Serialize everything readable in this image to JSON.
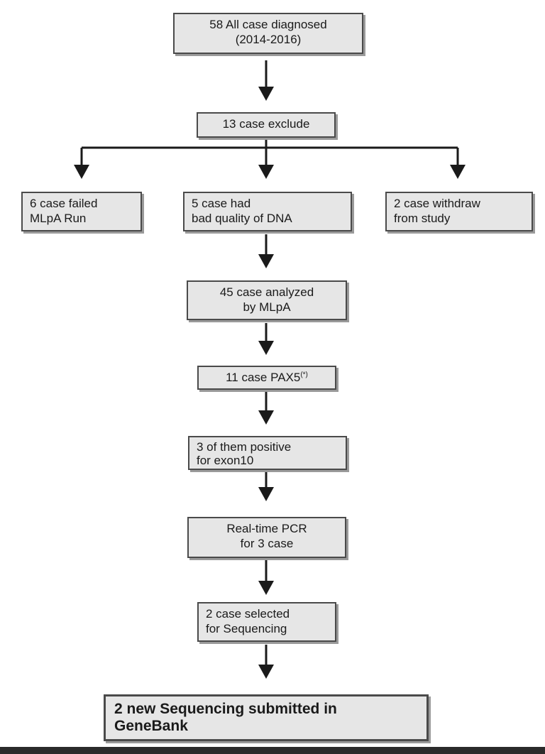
{
  "flowchart": {
    "nodes": [
      {
        "id": "diagnosed",
        "lines": [
          "58 All case diagnosed",
          "(2014-2016)"
        ]
      },
      {
        "id": "excluded",
        "lines": [
          "13 case exclude"
        ]
      },
      {
        "id": "failed-mlpa",
        "lines": [
          "6 case failed",
          "MLpA Run"
        ]
      },
      {
        "id": "bad-dna",
        "lines": [
          "5 case had",
          "bad quality of DNA"
        ]
      },
      {
        "id": "withdraw",
        "lines": [
          "2 case withdraw",
          "from study"
        ]
      },
      {
        "id": "analyzed",
        "lines": [
          "45 case analyzed",
          "by MLpA"
        ]
      },
      {
        "id": "pax5",
        "lines": [
          "11 case PAX5"
        ],
        "superscript": "(*)"
      },
      {
        "id": "positive",
        "lines": [
          "3 of them positive",
          "for exon10"
        ]
      },
      {
        "id": "pcr",
        "lines": [
          "Real-time PCR",
          "for 3 case"
        ]
      },
      {
        "id": "selected",
        "lines": [
          "2 case selected",
          "for Sequencing"
        ]
      },
      {
        "id": "genebank",
        "lines": [
          "2 new Sequencing submitted in",
          "GeneBank"
        ]
      }
    ]
  },
  "colors": {
    "box_fill": "#e6e6e6",
    "box_border": "#4a4a4a",
    "arrow": "#1a1a1a"
  }
}
